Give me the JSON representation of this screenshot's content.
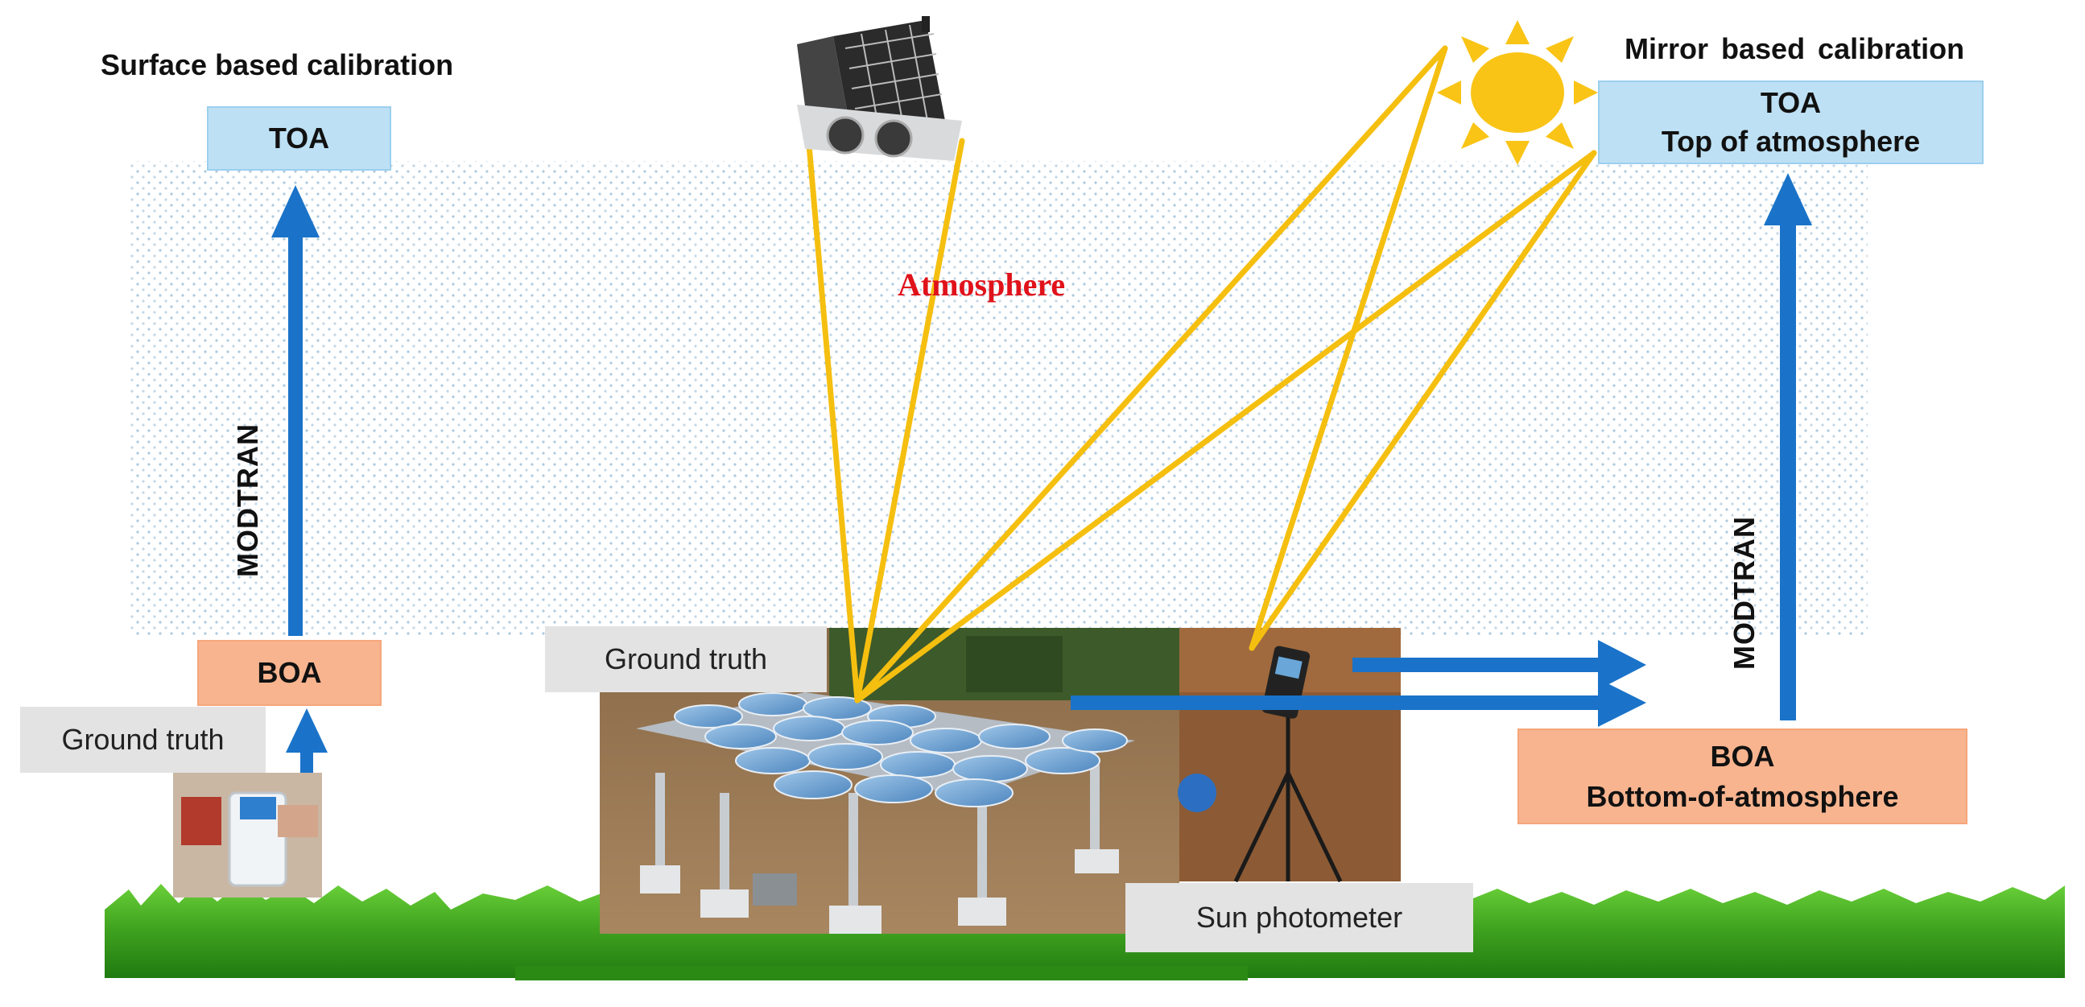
{
  "left_panel": {
    "title": "Surface based calibration",
    "toa": "TOA",
    "boa": "BOA",
    "modtran": "MODTRAN",
    "ground_truth": "Ground truth"
  },
  "center_panel": {
    "atmosphere": "Atmosphere",
    "ground_truth": "Ground truth",
    "sun_photometer": "Sun photometer"
  },
  "right_panel": {
    "title": "Mirror based calibration",
    "toa_line1": "TOA",
    "toa_line2": "Top of atmosphere",
    "boa_line1": "BOA",
    "boa_line2": "Bottom-of-atmosphere",
    "modtran": "MODTRAN"
  },
  "colors": {
    "arrow_blue": "#1a73c9",
    "ray_yellow": "#f5bf10",
    "sun_yellow": "#f9c416",
    "toa_fill": "#bde0f4",
    "boa_fill": "#f7b48f",
    "atmosphere_text": "#e0121a",
    "grass_green": "#3a9b1c"
  },
  "icons": [
    "satellite-icon",
    "sun-icon",
    "spectroradiometer-icon",
    "mirror-array-photo",
    "sun-photometer-photo",
    "grass-ground"
  ]
}
